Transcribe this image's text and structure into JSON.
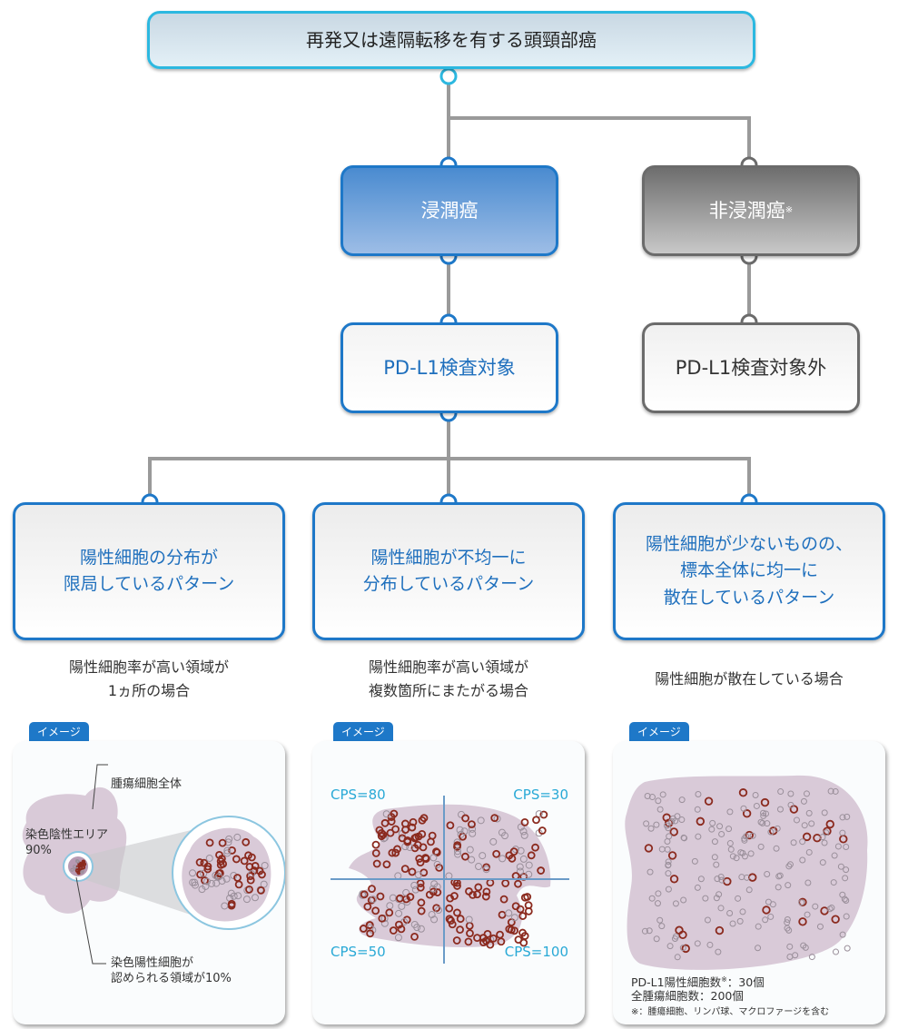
{
  "root": {
    "label": "再発又は遠隔転移を有する頭頸部癌"
  },
  "branches": {
    "invasive": {
      "label": "浸潤癌"
    },
    "noninvasive": {
      "label": "非浸潤癌",
      "footnote_mark": "※"
    }
  },
  "testing": {
    "target": {
      "label": "PD-L1検査対象"
    },
    "excluded": {
      "label": "PD-L1検査対象外"
    }
  },
  "patterns": [
    {
      "lines": [
        "陽性細胞の分布が",
        "限局しているパターン"
      ],
      "desc": [
        "陽性細胞率が高い領域が",
        "1ヵ所の場合"
      ]
    },
    {
      "lines": [
        "陽性細胞が不均一に",
        "分布しているパターン"
      ],
      "desc": [
        "陽性細胞率が高い領域が",
        "複数箇所にまたがる場合"
      ]
    },
    {
      "lines": [
        "陽性細胞が少ないものの、",
        "標本全体に均一に",
        "散在しているパターン"
      ],
      "desc": [
        "陽性細胞が散在している場合"
      ]
    }
  ],
  "image_tag": "イメージ",
  "image1": {
    "label_whole": "腫瘍細胞全体",
    "label_negative": [
      "染色陰性エリア",
      "90%"
    ],
    "label_positive": [
      "染色陽性細胞が",
      "認められる領域が10%"
    ]
  },
  "image2": {
    "cps_top_left": "CPS=80",
    "cps_top_right": "CPS=30",
    "cps_bottom_left": "CPS=50",
    "cps_bottom_right": "CPS=100"
  },
  "image3": {
    "positive_count": "PD-L1陽性細胞数",
    "positive_mark": "※",
    "positive_value": "：30個",
    "total_count": "全腫瘍細胞数：200個",
    "footnote": "※：腫瘍細胞、リンパ球、マクロファージを含む"
  },
  "colors": {
    "accent_blue": "#1e78c8",
    "cyan": "#2cb8e0",
    "gray": "#6b6b6b",
    "cell_positive": "#8b2a1e",
    "tissue": "#d9cad8"
  }
}
